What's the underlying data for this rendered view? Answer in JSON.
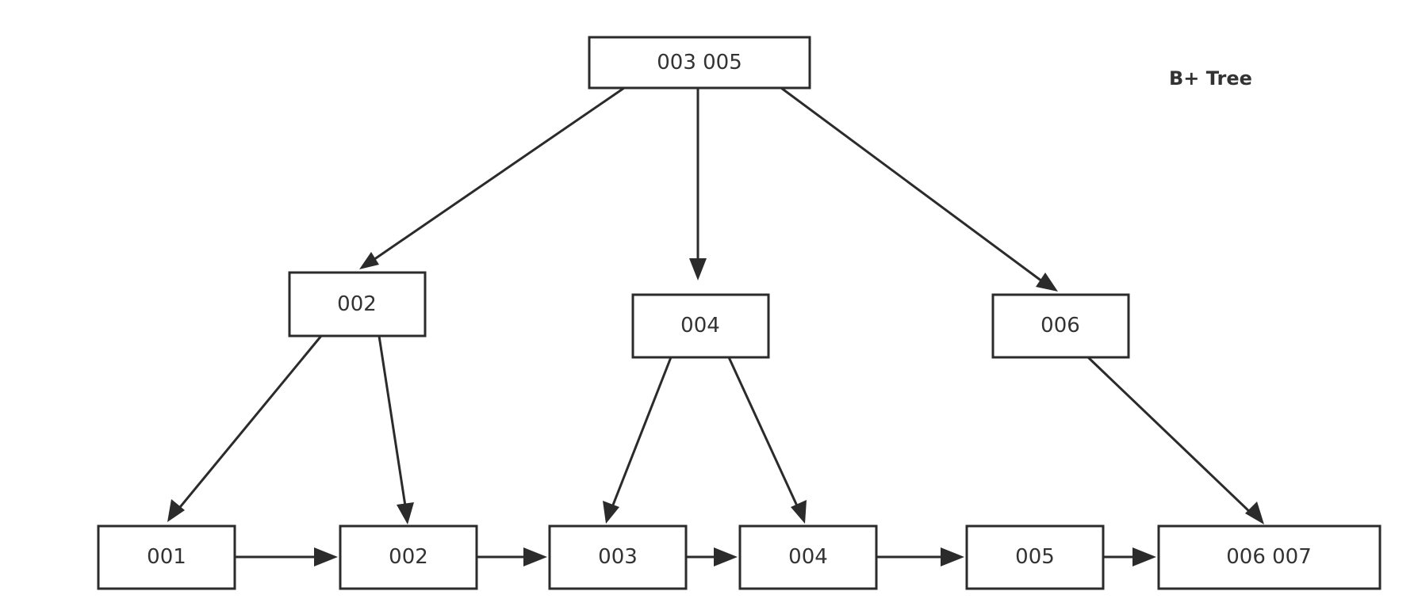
{
  "title": "B+ Tree",
  "nodes": {
    "root": "003  005",
    "internal_002": "002",
    "internal_004": "004",
    "internal_006": "006",
    "leaf_001": "001",
    "leaf_002": "002",
    "leaf_003": "003",
    "leaf_004": "004",
    "leaf_005": "005",
    "leaf_006_007": "006  007"
  },
  "colors": {
    "stroke": "#2b2b2b",
    "text": "#333333",
    "background": "#ffffff"
  }
}
